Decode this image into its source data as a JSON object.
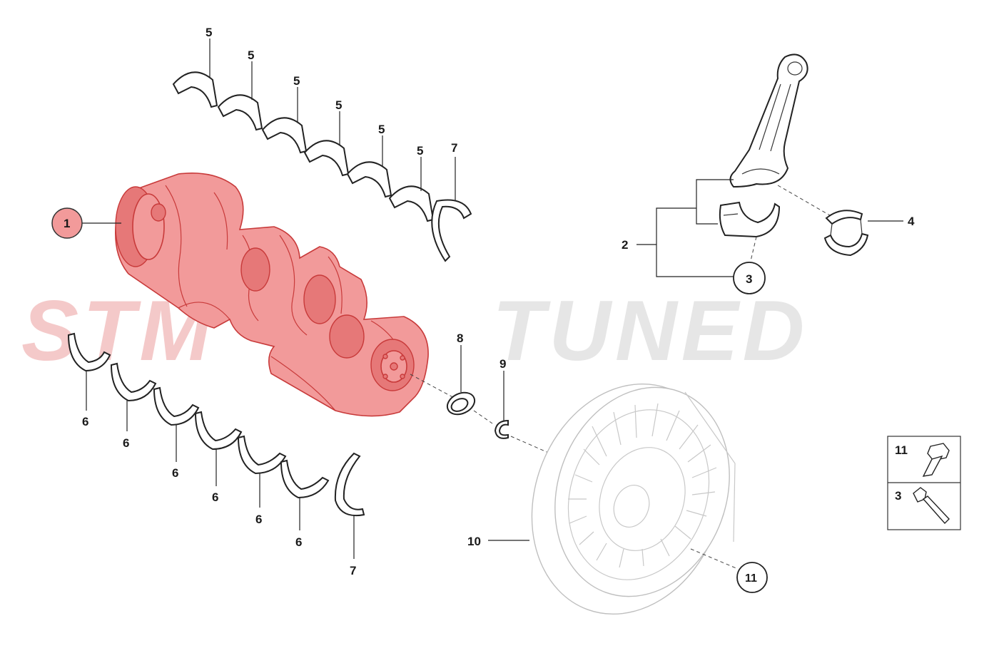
{
  "watermark": {
    "text": "STM TUNED",
    "left": "STM",
    "right": "TUNED",
    "colors": {
      "left": "#f4c9c9",
      "right": "#e8e8e8"
    }
  },
  "highlight_color": "#f29a9a",
  "callouts": {
    "crankshaft": "1",
    "conrod_assembly": "2",
    "conrod_bolt": "3",
    "conrod_bearing": "4",
    "upper_main_bearing": "5",
    "lower_main_bearing": "6",
    "thrust_washer": "7",
    "oil_seal": "8",
    "circlip": "9",
    "vibration_damper": "10",
    "damper_bolt": "11"
  },
  "legend": [
    {
      "number": "11",
      "icon": "hex-bolt-icon"
    },
    {
      "number": "3",
      "icon": "stretch-bolt-icon"
    }
  ]
}
